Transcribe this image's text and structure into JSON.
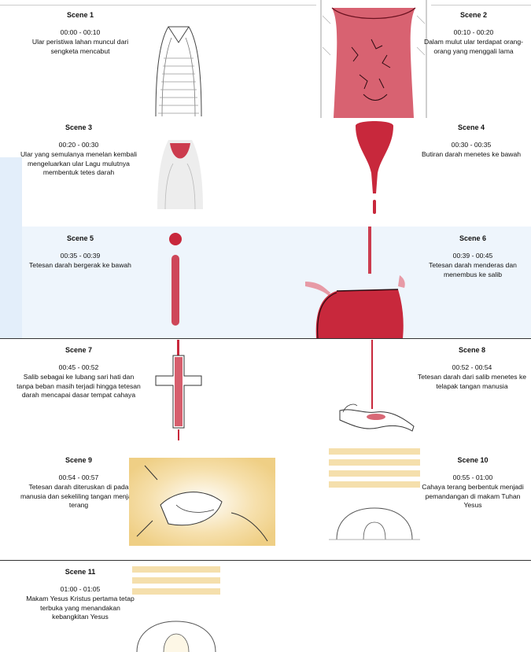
{
  "scenes": [
    {
      "title": "Scene 1",
      "time": "00:00 - 00:10",
      "desc": "Ular peristiwa lahan muncul dari sengketa mencabut"
    },
    {
      "title": "Scene 2",
      "time": "00:10 - 00:20",
      "desc": "Dalam mulut ular terdapat orang-orang yang menggali lama"
    },
    {
      "title": "Scene 3",
      "time": "00:20 - 00:30",
      "desc": "Ular yang semulanya menelan kembali mengeluarkan ular Lagu mulutnya membentuk tetes darah"
    },
    {
      "title": "Scene 4",
      "time": "00:30 - 00:35",
      "desc": "Butiran darah menetes ke bawah"
    },
    {
      "title": "Scene 5",
      "time": "00:35 - 00:39",
      "desc": "Tetesan darah bergerak ke bawah"
    },
    {
      "title": "Scene 6",
      "time": "00:39 - 00:45",
      "desc": "Tetesan darah menderas dan menembus ke salib"
    },
    {
      "title": "Scene 7",
      "time": "00:45 - 00:52",
      "desc": "Salib sebagai ke lubang sari hati dan tanpa beban masih terjadi hingga tetesan darah mencapai dasar tempat cahaya"
    },
    {
      "title": "Scene 8",
      "time": "00:52 - 00:54",
      "desc": "Tetesan darah dari salib menetes ke telapak tangan manusia"
    },
    {
      "title": "Scene 9",
      "time": "00:54 - 00:57",
      "desc": "Tetesan darah diteruskan di pada manusia dan sekeliling tangan menjadi terang"
    },
    {
      "title": "Scene 10",
      "time": "00:55 - 01:00",
      "desc": "Cahaya terang berbentuk menjadi pemandangan di makam Tuhan Yesus"
    },
    {
      "title": "Scene 11",
      "time": "01:00 - 01:05",
      "desc": "Makam Yesus Kristus pertama tetap terbuka yang menandakan kebangkitan Yesus"
    }
  ],
  "colors": {
    "blood": "#c8283c",
    "light_gold": "#f3d9a0",
    "band_blue": "#eef5fc"
  }
}
